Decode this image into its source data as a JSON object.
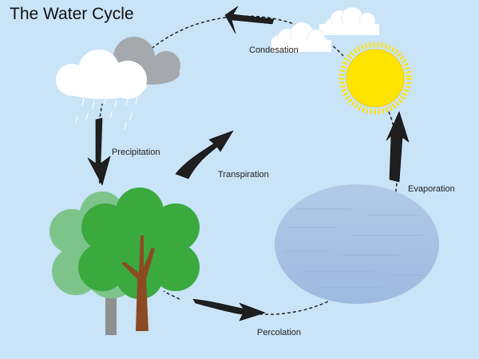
{
  "title": "The Water Cycle",
  "stages": [
    {
      "id": "condensation",
      "label": "Condesation"
    },
    {
      "id": "precipitation",
      "label": "Precipitation"
    },
    {
      "id": "transpiration",
      "label": "Transpiration"
    },
    {
      "id": "evaporation",
      "label": "Evaporation"
    },
    {
      "id": "percolation",
      "label": "Percolation"
    }
  ],
  "colors": {
    "background": "#c9e3f7",
    "arrow": "#1f1f1f",
    "sun": "#ffe400",
    "tree": "#3aaa3f",
    "water": "#a9c3e5"
  }
}
